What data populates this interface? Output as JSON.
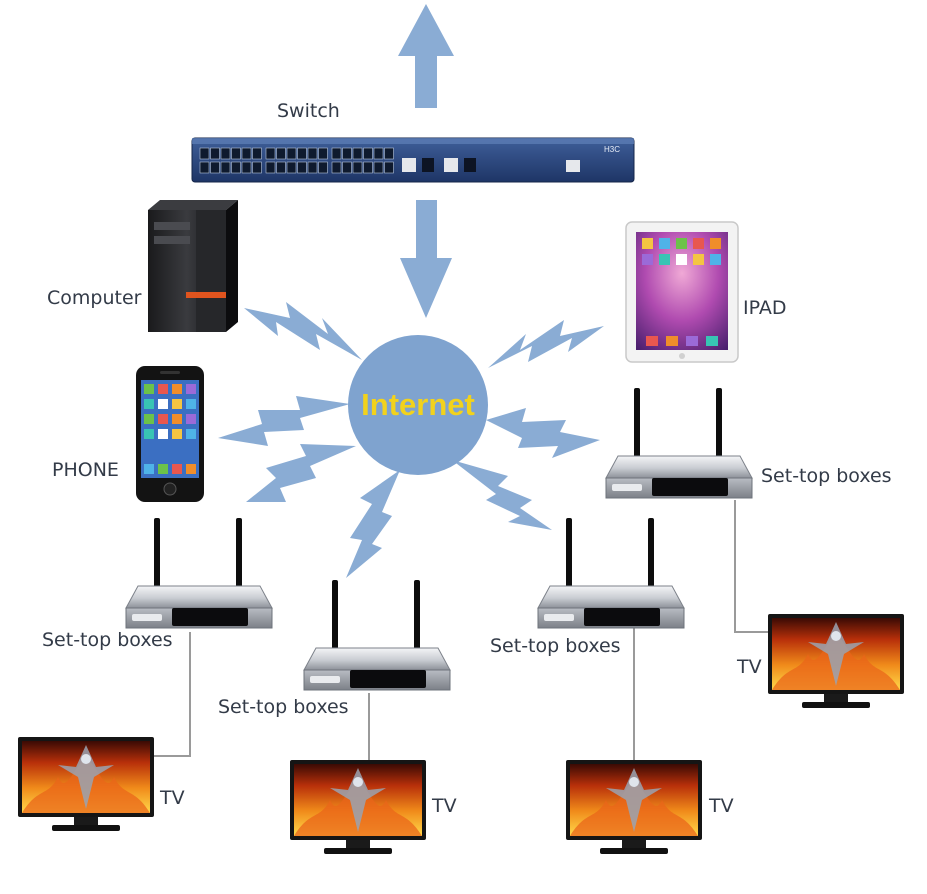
{
  "hub": {
    "label": "Internet",
    "fill": "#7fa3cf",
    "text_color": "#f2d21c"
  },
  "colors": {
    "arrow": "#8aacd4",
    "bolt": "#8aacd4",
    "cable": "#9a9a9a",
    "label": "#333b48"
  },
  "labels": {
    "switch": "Switch",
    "computer": "Computer",
    "phone": "PHONE",
    "ipad": "IPAD",
    "stb": "Set-top boxes",
    "tv": "TV"
  },
  "devices": {
    "switch": {
      "icon": "network-switch-icon",
      "brand": "H3C"
    },
    "computer": {
      "icon": "desktop-tower-icon"
    },
    "phone": {
      "icon": "smartphone-icon"
    },
    "ipad": {
      "icon": "tablet-icon"
    },
    "stb": {
      "icon": "set-top-box-icon",
      "count": 4
    },
    "tv": {
      "icon": "tv-icon",
      "count": 4
    }
  }
}
